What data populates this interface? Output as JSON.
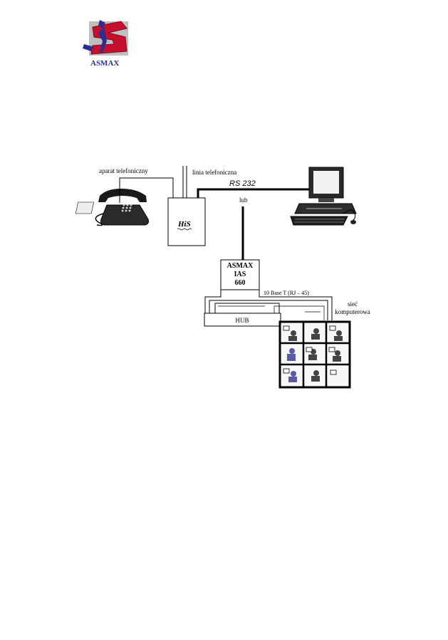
{
  "logo": {
    "text": "ASMAX",
    "colors": {
      "primary": "#c8102e",
      "accent": "#2b2f8f",
      "gray": "#8a8a8a"
    }
  },
  "diagram": {
    "phone_label": "aparat telefoniczny",
    "line_label": "linia telefoniczna",
    "rs232_label": "RS 232",
    "or_label": "lub",
    "his_label": "HiS",
    "device_lines": [
      "ASMAX",
      "IAS",
      "660"
    ],
    "ethernet_label": "10 Base T (RJ – 45)",
    "hub_label": "HUB",
    "network_label_lines": [
      "sieć",
      "komputerowa"
    ]
  }
}
